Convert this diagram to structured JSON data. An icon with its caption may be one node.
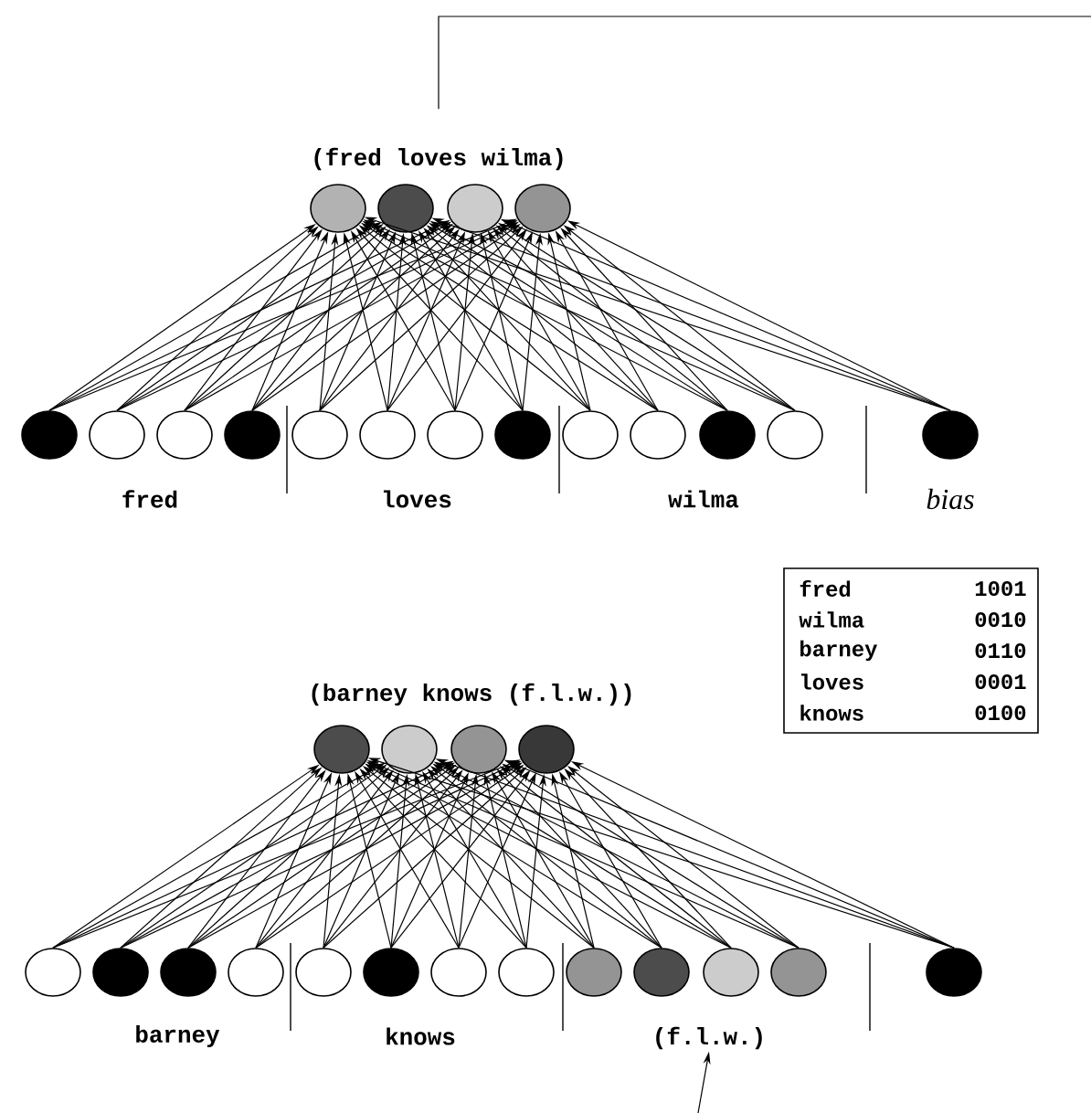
{
  "diagram": {
    "nodes": [
      {
        "text": [
          "(fred loves wilma)"
        ]
      },
      {
        "text": [],
        "shape": "circle"
      },
      {
        "text": [],
        "shape": "circle"
      },
      {
        "text": [],
        "shape": "circle"
      },
      {
        "text": [],
        "shape": "circle"
      },
      {
        "text": [],
        "shape": "circle"
      },
      {
        "text": [],
        "shape": "circle"
      },
      {
        "text": [],
        "shape": "circle"
      },
      {
        "text": [],
        "shape": "circle"
      },
      {
        "text": [],
        "shape": "circle"
      },
      {
        "text": [],
        "shape": "circle"
      },
      {
        "text": [],
        "shape": "circle"
      },
      {
        "text": [],
        "shape": "circle"
      },
      {
        "text": [],
        "shape": "circle"
      },
      {
        "text": [],
        "shape": "circle"
      },
      {
        "text": [],
        "shape": "circle"
      },
      {
        "text": [],
        "shape": "circle"
      },
      {
        "text": [],
        "shape": "circle"
      },
      {
        "text": [
          "(barney knows (f.l.w.))"
        ]
      },
      {
        "text": [],
        "shape": "circle"
      },
      {
        "text": [],
        "shape": "circle"
      },
      {
        "text": [],
        "shape": "circle"
      },
      {
        "text": [],
        "shape": "circle"
      },
      {
        "text": [],
        "shape": "circle"
      },
      {
        "text": [],
        "shape": "circle"
      },
      {
        "text": [],
        "shape": "circle"
      },
      {
        "text": [],
        "shape": "circle"
      },
      {
        "text": [],
        "shape": "circle"
      },
      {
        "text": [],
        "shape": "circle"
      },
      {
        "text": [],
        "shape": "circle"
      },
      {
        "text": [],
        "shape": "circle"
      },
      {
        "text": [],
        "shape": "circle"
      },
      {
        "text": [],
        "shape": "circle"
      },
      {
        "text": [],
        "shape": "circle"
      },
      {
        "text": [],
        "shape": "circle"
      },
      {
        "text": [],
        "shape": "circle"
      },
      {
        "text": [
          "(f.l.w.)"
        ]
      }
    ],
    "edges": [
      {
        "from": null,
        "to": 0,
        "arrow": "none"
      },
      {
        "from": 5,
        "to": 1,
        "arrow": "to"
      },
      {
        "from": 5,
        "to": 2,
        "arrow": "to"
      },
      {
        "from": 5,
        "to": 3,
        "arrow": "to"
      },
      {
        "from": 5,
        "to": 4,
        "arrow": "to"
      },
      {
        "from": 6,
        "to": 1,
        "arrow": "to"
      },
      {
        "from": 6,
        "to": 2,
        "arrow": "to"
      },
      {
        "from": 6,
        "to": 3,
        "arrow": "to"
      },
      {
        "from": 6,
        "to": 4,
        "arrow": "to"
      },
      {
        "from": 7,
        "to": 1,
        "arrow": "to"
      },
      {
        "from": 7,
        "to": 2,
        "arrow": "to"
      },
      {
        "from": 7,
        "to": 3,
        "arrow": "to"
      },
      {
        "from": 7,
        "to": 4,
        "arrow": "to"
      },
      {
        "from": 8,
        "to": 1,
        "arrow": "to"
      },
      {
        "from": 8,
        "to": 2,
        "arrow": "to"
      },
      {
        "from": 8,
        "to": 3,
        "arrow": "to"
      },
      {
        "from": 8,
        "to": 4,
        "arrow": "to"
      },
      {
        "from": 9,
        "to": 1,
        "arrow": "to"
      },
      {
        "from": 9,
        "to": 2,
        "arrow": "to"
      },
      {
        "from": 9,
        "to": 3,
        "arrow": "to"
      },
      {
        "from": 9,
        "to": 4,
        "arrow": "to"
      },
      {
        "from": 10,
        "to": 1,
        "arrow": "to"
      },
      {
        "from": 10,
        "to": 2,
        "arrow": "to"
      },
      {
        "from": 10,
        "to": 3,
        "arrow": "to"
      },
      {
        "from": 10,
        "to": 4,
        "arrow": "to"
      },
      {
        "from": 11,
        "to": 1,
        "arrow": "to"
      },
      {
        "from": 11,
        "to": 2,
        "arrow": "to"
      },
      {
        "from": 11,
        "to": 3,
        "arrow": "to"
      },
      {
        "from": 11,
        "to": 4,
        "arrow": "to"
      },
      {
        "from": 12,
        "to": 1,
        "arrow": "to"
      },
      {
        "from": 12,
        "to": 2,
        "arrow": "to"
      },
      {
        "from": 12,
        "to": 3,
        "arrow": "to"
      },
      {
        "from": 12,
        "to": 4,
        "arrow": "to"
      },
      {
        "from": 13,
        "to": 1,
        "arrow": "to"
      },
      {
        "from": 13,
        "to": 2,
        "arrow": "to"
      },
      {
        "from": 13,
        "to": 3,
        "arrow": "to"
      },
      {
        "from": 13,
        "to": 4,
        "arrow": "to"
      },
      {
        "from": 14,
        "to": 1,
        "arrow": "to"
      },
      {
        "from": 14,
        "to": 2,
        "arrow": "to"
      },
      {
        "from": 14,
        "to": 3,
        "arrow": "to"
      },
      {
        "from": 14,
        "to": 4,
        "arrow": "to"
      },
      {
        "from": 15,
        "to": 1,
        "arrow": "to"
      },
      {
        "from": 15,
        "to": 2,
        "arrow": "to"
      },
      {
        "from": 15,
        "to": 3,
        "arrow": "to"
      },
      {
        "from": 15,
        "to": 4,
        "arrow": "to"
      },
      {
        "from": 16,
        "to": 1,
        "arrow": "to"
      },
      {
        "from": 16,
        "to": 2,
        "arrow": "to"
      },
      {
        "from": 16,
        "to": 3,
        "arrow": "to"
      },
      {
        "from": 16,
        "to": 4,
        "arrow": "to"
      },
      {
        "from": 17,
        "to": 1,
        "arrow": "to"
      },
      {
        "from": 17,
        "to": 2,
        "arrow": "to"
      },
      {
        "from": 17,
        "to": 3,
        "arrow": "to"
      },
      {
        "from": 17,
        "to": 4,
        "arrow": "to"
      },
      {
        "from": 23,
        "to": 19,
        "arrow": "to"
      },
      {
        "from": 23,
        "to": 20,
        "arrow": "to"
      },
      {
        "from": 23,
        "to": 21,
        "arrow": "to"
      },
      {
        "from": 23,
        "to": 22,
        "arrow": "to"
      },
      {
        "from": 24,
        "to": 19,
        "arrow": "to"
      },
      {
        "from": 24,
        "to": 20,
        "arrow": "to"
      },
      {
        "from": 24,
        "to": 21,
        "arrow": "to"
      },
      {
        "from": 24,
        "to": 22,
        "arrow": "to"
      },
      {
        "from": 25,
        "to": 19,
        "arrow": "to"
      },
      {
        "from": 25,
        "to": 20,
        "arrow": "to"
      },
      {
        "from": 25,
        "to": 21,
        "arrow": "to"
      },
      {
        "from": 25,
        "to": 22,
        "arrow": "to"
      },
      {
        "from": 26,
        "to": 19,
        "arrow": "to"
      },
      {
        "from": 26,
        "to": 20,
        "arrow": "to"
      },
      {
        "from": 26,
        "to": 21,
        "arrow": "to"
      },
      {
        "from": 26,
        "to": 22,
        "arrow": "to"
      },
      {
        "from": 27,
        "to": 19,
        "arrow": "to"
      },
      {
        "from": 27,
        "to": 20,
        "arrow": "to"
      },
      {
        "from": 27,
        "to": 21,
        "arrow": "to"
      },
      {
        "from": 27,
        "to": 22,
        "arrow": "to"
      },
      {
        "from": 28,
        "to": 19,
        "arrow": "to"
      },
      {
        "from": 28,
        "to": 20,
        "arrow": "to"
      },
      {
        "from": 28,
        "to": 21,
        "arrow": "to"
      },
      {
        "from": 28,
        "to": 22,
        "arrow": "to"
      },
      {
        "from": 29,
        "to": 19,
        "arrow": "to"
      },
      {
        "from": 29,
        "to": 20,
        "arrow": "to"
      },
      {
        "from": 29,
        "to": 21,
        "arrow": "to"
      },
      {
        "from": 29,
        "to": 22,
        "arrow": "to"
      },
      {
        "from": 30,
        "to": 19,
        "arrow": "to"
      },
      {
        "from": 30,
        "to": 20,
        "arrow": "to"
      },
      {
        "from": 30,
        "to": 21,
        "arrow": "to"
      },
      {
        "from": 30,
        "to": 22,
        "arrow": "to"
      },
      {
        "from": 31,
        "to": 19,
        "arrow": "to"
      },
      {
        "from": 31,
        "to": 20,
        "arrow": "to"
      },
      {
        "from": 31,
        "to": 21,
        "arrow": "to"
      },
      {
        "from": 31,
        "to": 22,
        "arrow": "to"
      },
      {
        "from": 32,
        "to": 19,
        "arrow": "to"
      },
      {
        "from": 32,
        "to": 20,
        "arrow": "to"
      },
      {
        "from": 32,
        "to": 21,
        "arrow": "to"
      },
      {
        "from": 32,
        "to": 22,
        "arrow": "to"
      },
      {
        "from": 33,
        "to": 19,
        "arrow": "to"
      },
      {
        "from": 33,
        "to": 20,
        "arrow": "to"
      },
      {
        "from": 33,
        "to": 21,
        "arrow": "to"
      },
      {
        "from": 33,
        "to": 22,
        "arrow": "to"
      },
      {
        "from": 34,
        "to": 19,
        "arrow": "to"
      },
      {
        "from": 34,
        "to": 20,
        "arrow": "to"
      },
      {
        "from": 34,
        "to": 21,
        "arrow": "to"
      },
      {
        "from": 34,
        "to": 22,
        "arrow": "to"
      },
      {
        "from": 35,
        "to": 19,
        "arrow": "to"
      },
      {
        "from": 35,
        "to": 20,
        "arrow": "to"
      },
      {
        "from": 35,
        "to": 21,
        "arrow": "to"
      },
      {
        "from": 35,
        "to": 22,
        "arrow": "to"
      },
      {
        "from": null,
        "to": 36,
        "arrow": "to"
      }
    ],
    "labels": [
      "fred",
      "loves",
      "wilma",
      "bias",
      "fred",
      "1001",
      "wilma",
      "0010",
      "barney",
      "0110",
      "loves",
      "0001",
      "knows",
      "0100",
      "barney",
      "knows"
    ]
  }
}
